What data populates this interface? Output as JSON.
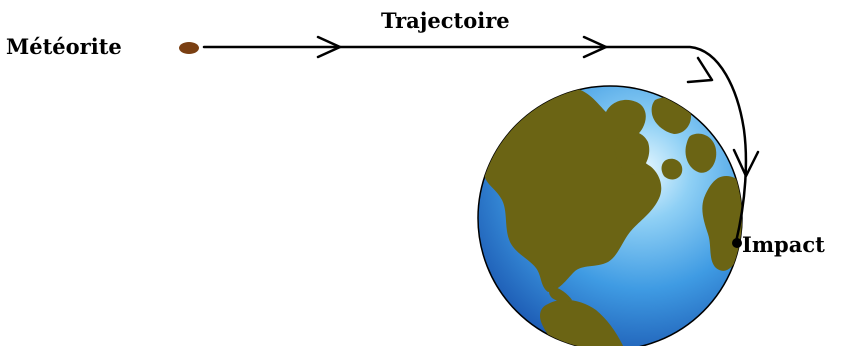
{
  "labels": {
    "meteorite": "Météorite",
    "trajectory": "Trajectoire",
    "impact": "Impact"
  },
  "colors": {
    "meteor": "#7a3f12",
    "ocean_light": "#d9f2ff",
    "ocean_mid": "#4aa8e8",
    "ocean_dark": "#1d5fb8",
    "land": "#6b6414",
    "line": "#000000"
  }
}
